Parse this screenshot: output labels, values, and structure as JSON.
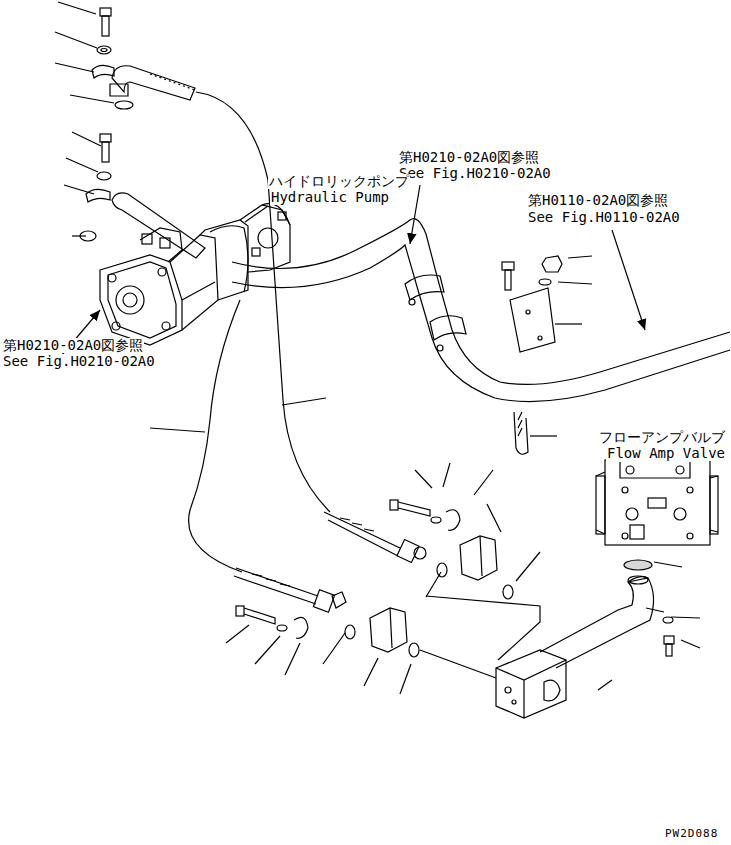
{
  "diagram": {
    "labels": [
      "第H0210-02A0図参照",
      "See Fig.H0210-02A0",
      "ハイドロリックポンプ",
      "Hydraulic Pump",
      "第H0110-02A0図参照",
      "See Fig.H0110-02A0",
      "第H0210-02A0図参照",
      "See Fig.H0210-02A0",
      "フローアンプバルブ",
      "Flow Amp Valve",
      "PW2D088"
    ]
  }
}
